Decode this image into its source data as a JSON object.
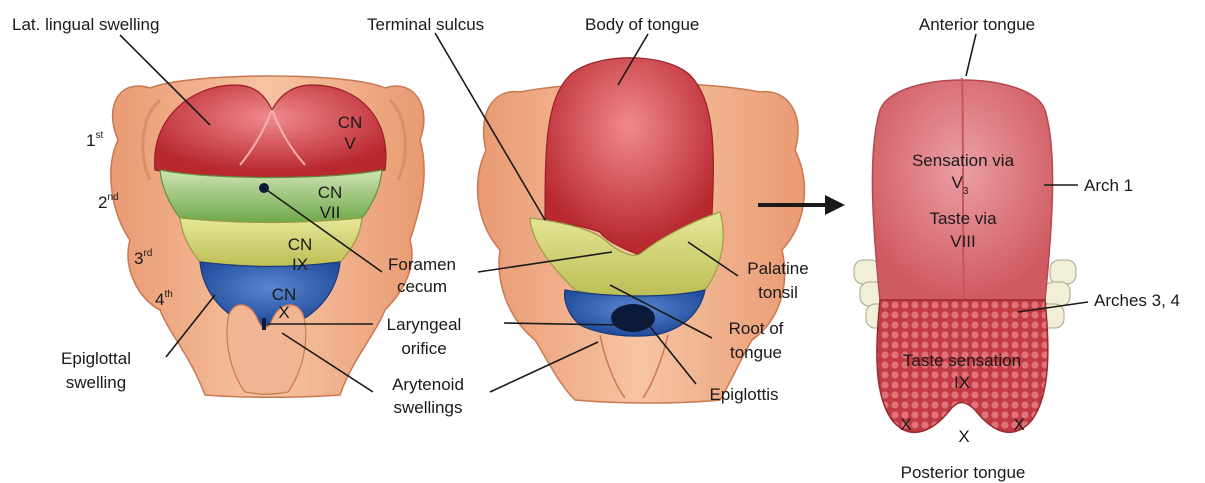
{
  "panel_left": {
    "lat_lingual_swelling": "Lat. lingual swelling",
    "arch_1": "1",
    "arch_1_sup": "st",
    "arch_2": "2",
    "arch_2_sup": "nd",
    "arch_3": "3",
    "arch_3_sup": "rd",
    "arch_4": "4",
    "arch_4_sup": "th",
    "cn_v_line1": "CN",
    "cn_v_line2": "V",
    "cn_vii_line1": "CN",
    "cn_vii_line2": "VII",
    "cn_ix_line1": "CN",
    "cn_ix_line2": "IX",
    "cn_x_line1": "CN",
    "cn_x_line2": "X",
    "epiglottal_line1": "Epiglottal",
    "epiglottal_line2": "swelling"
  },
  "panel_middle": {
    "terminal_sulcus": "Terminal sulcus",
    "body_of_tongue": "Body of tongue",
    "foramen_line1": "Foramen",
    "foramen_line2": "cecum",
    "laryngeal_line1": "Laryngeal",
    "laryngeal_line2": "orifice",
    "arytenoid_line1": "Arytenoid",
    "arytenoid_line2": "swellings",
    "palatine_line1": "Palatine",
    "palatine_line2": "tonsil",
    "root_line1": "Root of",
    "root_line2": "tongue",
    "epiglottis": "Epiglottis"
  },
  "panel_right": {
    "anterior_tongue": "Anterior tongue",
    "sensation_line1": "Sensation via",
    "sensation_line2": "V",
    "sensation_sub": "3",
    "taste_line1": "Taste via",
    "taste_line2": "VIII",
    "arch_1_label": "Arch 1",
    "arches_34_label": "Arches 3, 4",
    "taste_sensation_line1": "Taste sensation",
    "taste_sensation_line2": "IX",
    "x_left": "X",
    "x_center": "X",
    "x_right": "X",
    "posterior_tongue": "Posterior tongue"
  },
  "colors": {
    "skin": "#f2b48c",
    "skin_dark": "#d98a62",
    "red": "#c8363f",
    "green": "#8fbf6a",
    "yellow": "#d6d77a",
    "blue": "#2f5fb0",
    "tongue_pink": "#de7a80",
    "tongue_posterior": "#c8404a"
  }
}
